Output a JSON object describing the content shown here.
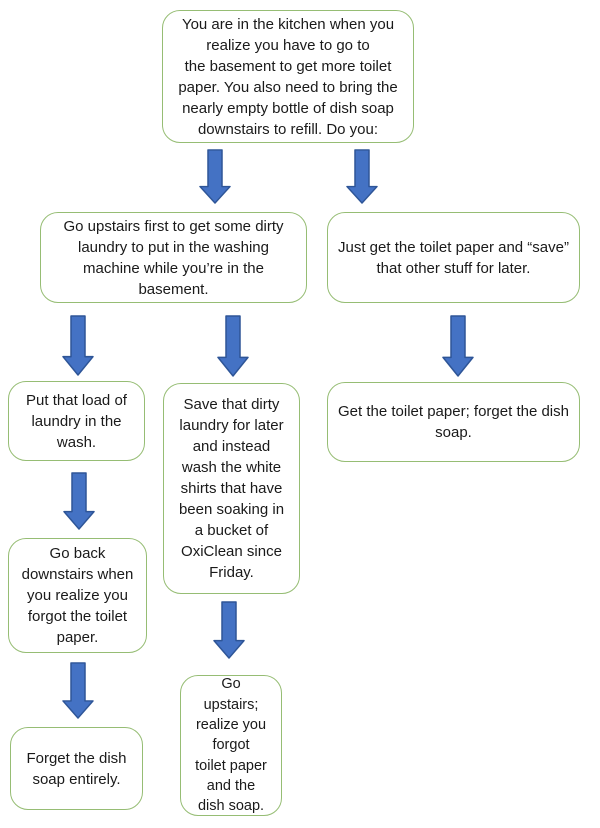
{
  "flowchart": {
    "title": "kitchen-errand-decision-flowchart",
    "colors": {
      "box_fill": "#ffffff",
      "box_border": "#96bd74",
      "arrow_fill": "#4472c4",
      "arrow_stroke": "#2e5597",
      "text": "#1a1a1a",
      "bg": "#ffffff"
    },
    "nodes": [
      {
        "id": "start",
        "text": "You are in the kitchen when you\nrealize you have to go to\nthe basement to get more toilet\npaper. You also need to bring the\nnearly empty bottle of dish soap\ndownstairs to refill. Do you:"
      },
      {
        "id": "laundry-first",
        "text": "Go upstairs first to get some dirty\nlaundry to put in the washing\nmachine while you’re in the\nbasement."
      },
      {
        "id": "just-toilet-paper",
        "text": "Just get the toilet paper and “save”\nthat other stuff for later."
      },
      {
        "id": "put-load-in-wash",
        "text": "Put that load of\nlaundry in the\nwash."
      },
      {
        "id": "wash-white-shirts",
        "text": "Save that dirty\nlaundry for later\nand instead\nwash the white\nshirts that have\nbeen soaking in\na bucket of\nOxiClean since\nFriday."
      },
      {
        "id": "get-tp-forget-soap",
        "text": "Get the toilet paper; forget the dish\nsoap."
      },
      {
        "id": "go-back-downstairs",
        "text": "Go back\ndownstairs when\nyou realize you\nforgot the toilet\npaper."
      },
      {
        "id": "forget-dish-soap",
        "text": "Forget the dish\nsoap entirely."
      },
      {
        "id": "go-upstairs-forgot-both",
        "text": "Go\nupstairs;\nrealize you\nforgot\ntoilet paper\nand the\ndish soap."
      }
    ],
    "edges": [
      {
        "from": "start",
        "to": "laundry-first"
      },
      {
        "from": "start",
        "to": "just-toilet-paper"
      },
      {
        "from": "laundry-first",
        "to": "put-load-in-wash"
      },
      {
        "from": "laundry-first",
        "to": "wash-white-shirts"
      },
      {
        "from": "just-toilet-paper",
        "to": "get-tp-forget-soap"
      },
      {
        "from": "put-load-in-wash",
        "to": "go-back-downstairs"
      },
      {
        "from": "go-back-downstairs",
        "to": "forget-dish-soap"
      },
      {
        "from": "wash-white-shirts",
        "to": "go-upstairs-forgot-both"
      }
    ]
  }
}
